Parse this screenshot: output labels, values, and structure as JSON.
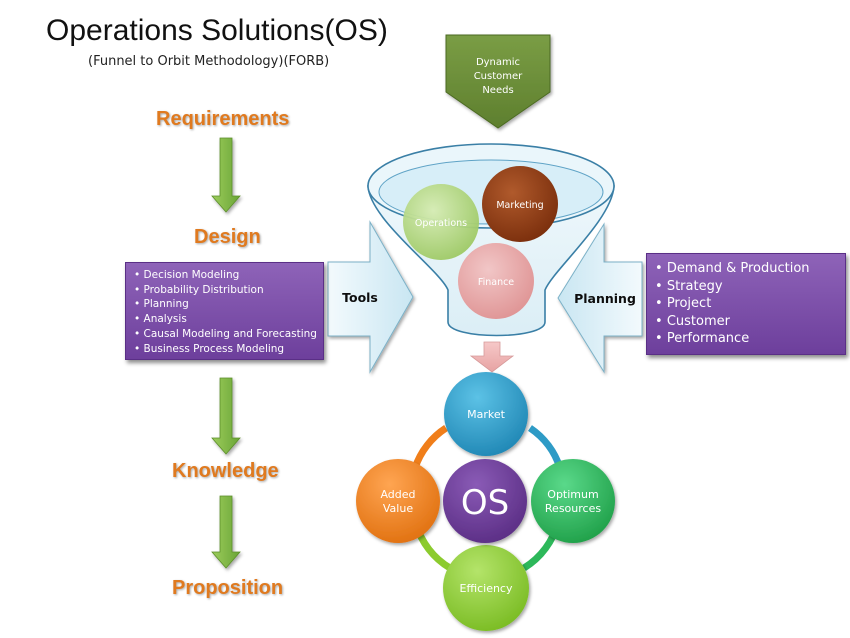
{
  "title": "Operations Solutions(OS)",
  "subtitle": "(Funnel to Orbit Methodology)(FORB)",
  "steps": [
    "Requirements",
    "Design",
    "Knowledge",
    "Proposition"
  ],
  "input": {
    "line1": "Dynamic",
    "line2": "Customer",
    "line3": "Needs"
  },
  "funnel_circles": {
    "operations": "Operations",
    "marketing": "Marketing",
    "finance": "Finance"
  },
  "tools": {
    "label": "Tools",
    "items": [
      "Decision Modeling",
      "Probability Distribution",
      "Planning",
      "Analysis",
      "Causal Modeling and Forecasting",
      "Business Process Modeling"
    ]
  },
  "planning": {
    "label": "Planning",
    "items": [
      "Demand & Production",
      "Strategy",
      "Project",
      "Customer",
      "Performance"
    ]
  },
  "orbit": {
    "center": "OS",
    "market": "Market",
    "optimum_line1": "Optimum",
    "optimum_line2": "Resources",
    "efficiency": "Efficiency",
    "added_line1": "Added",
    "added_line2": "Value"
  },
  "colors": {
    "step_text": "#E07A1F",
    "green_arrow": "#7DB342",
    "purple_box": "#7B4FA8",
    "market": "#2E9BC6",
    "optimum": "#2DB85A",
    "efficiency": "#8CCB2E",
    "added_value": "#F07E1A",
    "os": "#6B3A96"
  }
}
